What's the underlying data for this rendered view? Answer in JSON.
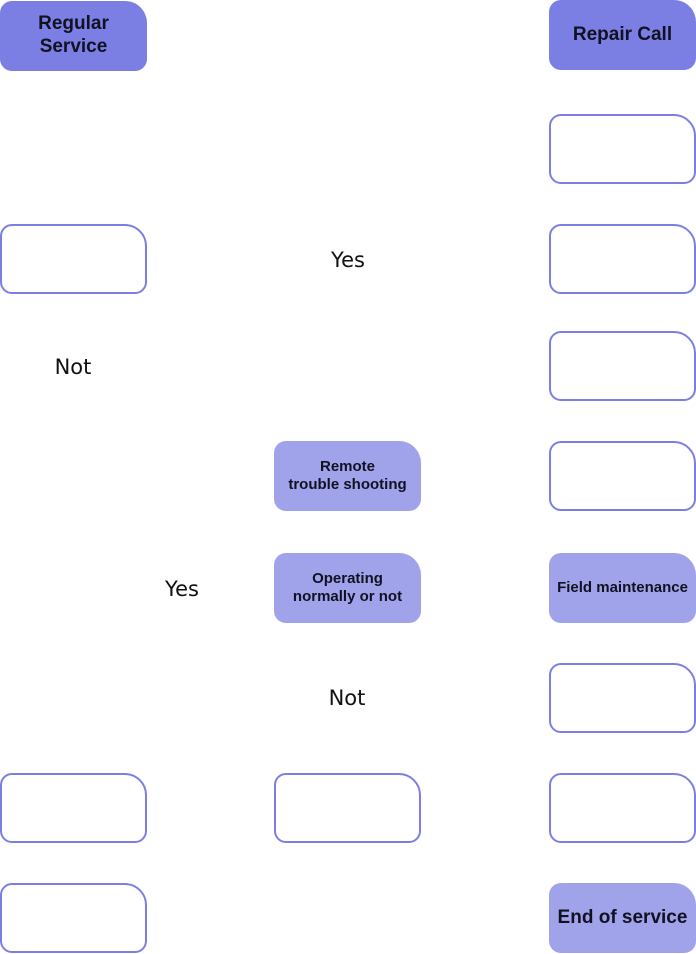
{
  "colors": {
    "header_fill": "#7b7fe3",
    "process_fill": "#a1a3ea",
    "outline": "#7b7fe3",
    "text": "#111122"
  },
  "headers": {
    "regular_service": "Regular\nService",
    "repair_call": "Repair Call"
  },
  "process_boxes": {
    "remote_troubleshooting": "Remote\ntrouble shooting",
    "operating_check": "Operating\nnormally or not",
    "field_maintenance": "Field maintenance",
    "end_of_service": "End of service"
  },
  "edge_labels": {
    "yes_top": "Yes",
    "not_left": "Not",
    "yes_middle": "Yes",
    "not_middle": "Not"
  },
  "empty_boxes": {
    "repair_step_1": "",
    "repair_step_2": "",
    "repair_step_3": "",
    "repair_step_4": "",
    "repair_step_7": "",
    "repair_step_8": "",
    "regular_step_1": "",
    "regular_step_2": "",
    "regular_step_3": "",
    "middle_step_1": ""
  }
}
